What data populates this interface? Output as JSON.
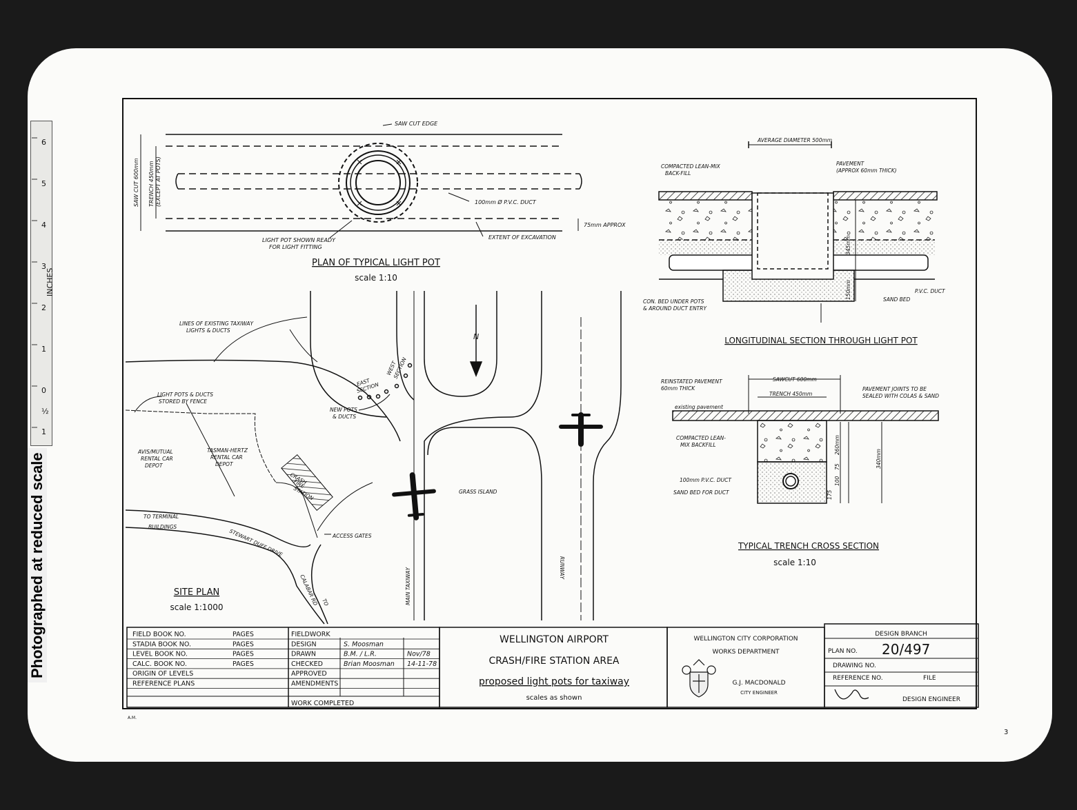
{
  "side_label": "Photographed at reduced scale",
  "ruler": {
    "unit_label": "INCHES",
    "ticks": [
      "6",
      "5",
      "4",
      "3",
      "2",
      "1",
      "0",
      "½",
      "1"
    ]
  },
  "plan_pot": {
    "title": "PLAN OF TYPICAL LIGHT POT",
    "scale": "scale 1:10",
    "notes": {
      "saw_cut_edge": "SAW CUT EDGE",
      "duct": "100mm Ø P.V.C. DUCT",
      "excavation": "EXTENT OF EXCAVATION",
      "light_pot": "LIGHT POT SHOWN READY",
      "light_pot2": "FOR LIGHT FITTING",
      "approx": "75mm APPROX",
      "saw_cut_dim": "SAW CUT 600mm",
      "trench_dim": "TRENCH 450mm",
      "trench_dim2": "(EXCEPT AT POTS)"
    }
  },
  "long_section": {
    "title": "LONGITUDINAL SECTION THROUGH LIGHT POT",
    "notes": {
      "avg_dia": "AVERAGE DIAMETER 500mm",
      "backfill": "COMPACTED LEAN-MIX",
      "backfill2": "BACK-FILL",
      "pavement": "PAVEMENT",
      "pavement2": "(APPROX 60mm THICK)",
      "depth": "345mm",
      "depth2": "150mm",
      "conc_bed": "CON. BED UNDER POTS",
      "conc_bed2": "& AROUND DUCT ENTRY",
      "pvc": "P.V.C. DUCT",
      "sand": "SAND BED"
    }
  },
  "trench_section": {
    "title": "TYPICAL TRENCH CROSS SECTION",
    "scale": "scale 1:10",
    "notes": {
      "reinstated": "REINSTATED PAVEMENT",
      "reinstated2": "60mm THICK",
      "sawcut": "SAWCUT 600mm",
      "trench": "TRENCH 450mm",
      "joints": "PAVEMENT JOINTS TO BE",
      "joints2": "SEALED WITH COLAS & SAND",
      "existing": "existing pavement",
      "compacted": "COMPACTED LEAN-",
      "compacted2": "MIX BACKFILL",
      "duct": "100mm P.V.C. DUCT",
      "sandbed": "SAND BED FOR DUCT",
      "d260": "260mm",
      "d340": "340mm",
      "d75": "75",
      "d100": "100",
      "d175": "175"
    }
  },
  "site_plan": {
    "title": "SITE PLAN",
    "scale": "scale 1:1000",
    "labels": {
      "lines": "LINES OF EXISTING TAXIWAY",
      "lines2": "LIGHTS & DUCTS",
      "pots_stored": "LIGHT POTS & DUCTS",
      "pots_stored2": "STORED BY FENCE",
      "east": "EAST",
      "east2": "SECTION",
      "west": "WEST",
      "west2": "SECTION",
      "new_pots": "NEW POTS",
      "new_pots2": "& DUCTS",
      "north": "N",
      "avis": "AVIS/MUTUAL",
      "avis2": "RENTAL CAR",
      "avis3": "DEPOT",
      "tasman": "TASMAN-HERTZ",
      "tasman2": "RENTAL CAR",
      "tasman3": "DEPOT",
      "crash": "CRASH",
      "crash2": "FIRE",
      "crash3": "STATION",
      "terminal": "TO TERMINAL",
      "terminal2": "BUILDINGS",
      "stewart": "STEWART DUFF DRIVE",
      "access": "ACCESS GATES",
      "grass": "GRASS ISLAND",
      "main_taxiway": "MAIN TAXIWAY",
      "runway": "RUNWAY",
      "calabar": "CALABAR RD",
      "to": "TO"
    }
  },
  "title_block": {
    "left_rows": [
      {
        "label": "FIELD BOOK NO.",
        "pages": "PAGES",
        "field": "FIELDWORK",
        "name": "",
        "date": ""
      },
      {
        "label": "STADIA BOOK NO.",
        "pages": "PAGES",
        "field": "DESIGN",
        "name": "S. Moosman",
        "date": ""
      },
      {
        "label": "LEVEL BOOK NO.",
        "pages": "PAGES",
        "field": "DRAWN",
        "name": "B.M. / L.R.",
        "date": "Nov/78"
      },
      {
        "label": "CALC. BOOK NO.",
        "pages": "PAGES",
        "field": "CHECKED",
        "name": "Brian Moosman",
        "date": "14-11-78"
      },
      {
        "label": "ORIGIN OF LEVELS",
        "pages": "",
        "field": "APPROVED",
        "name": "",
        "date": ""
      },
      {
        "label": "REFERENCE PLANS",
        "pages": "",
        "field": "AMENDMENTS",
        "name": "",
        "date": ""
      }
    ],
    "work_completed": "WORK COMPLETED",
    "project1": "WELLINGTON AIRPORT",
    "project2": "CRASH/FIRE STATION AREA",
    "project3": "proposed light pots for taxiway",
    "scales": "scales as shown",
    "corp": "WELLINGTON CITY CORPORATION",
    "dept": "WORKS DEPARTMENT",
    "engineer": "G.J. MACDONALD",
    "engineer_title": "CITY ENGINEER",
    "branch": "DESIGN BRANCH",
    "plan_no_label": "PLAN NO.",
    "plan_no": "20/497",
    "drawing_no": "DRAWING NO.",
    "reference_no": "REFERENCE NO.",
    "file": "FILE",
    "design_engineer": "DESIGN ENGINEER"
  },
  "footer_mark": "A.M.",
  "corner_number": "3"
}
